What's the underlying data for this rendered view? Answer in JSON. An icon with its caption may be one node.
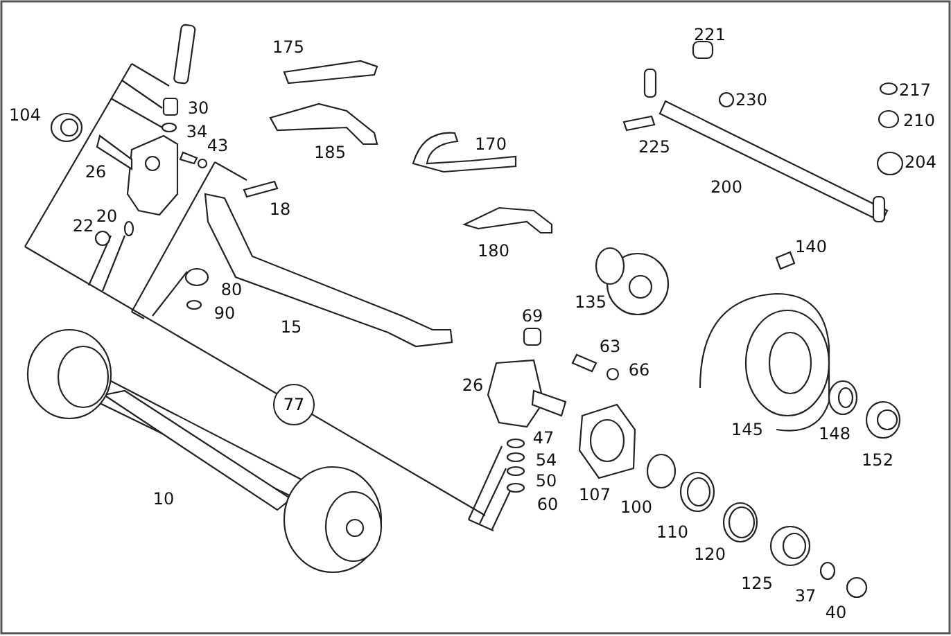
{
  "diagram": {
    "nodes": [
      {
        "text": [
          "77"
        ]
      }
    ],
    "labels": [
      "175",
      "221",
      "30",
      "217",
      "104",
      "34",
      "230",
      "210",
      "43",
      "185",
      "170",
      "225",
      "204",
      "26",
      "18",
      "200",
      "22",
      "20",
      "180",
      "140",
      "135",
      "80",
      "90",
      "15",
      "69",
      "63",
      "66",
      "26",
      "145",
      "148",
      "47",
      "152",
      "54",
      "50",
      "107",
      "10",
      "60",
      "100",
      "110",
      "120",
      "125",
      "37",
      "40"
    ]
  }
}
